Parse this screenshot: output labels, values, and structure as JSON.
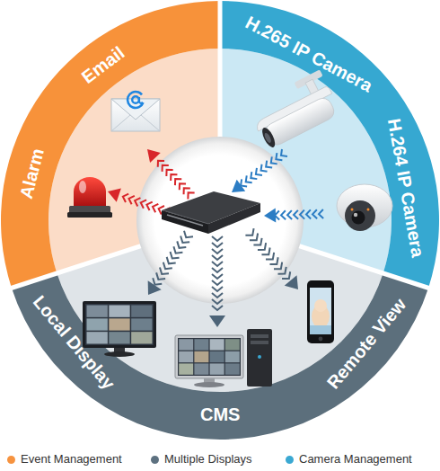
{
  "diagram": {
    "nodes": [
      {
        "text": [
          "Alarm",
          "Email"
        ]
      },
      {
        "text": [
          "H.265 IP Camera",
          "H.264 IP Camera"
        ]
      },
      {
        "text": [
          "Local Display",
          "CMS",
          "Remote View"
        ]
      }
    ],
    "legend": [
      {
        "text": "Event Management",
        "color": "#f6933f"
      },
      {
        "text": "Multiple Displays",
        "color": "#5d7180"
      },
      {
        "text": "Camera Management",
        "color": "#3aa8d2"
      }
    ]
  }
}
